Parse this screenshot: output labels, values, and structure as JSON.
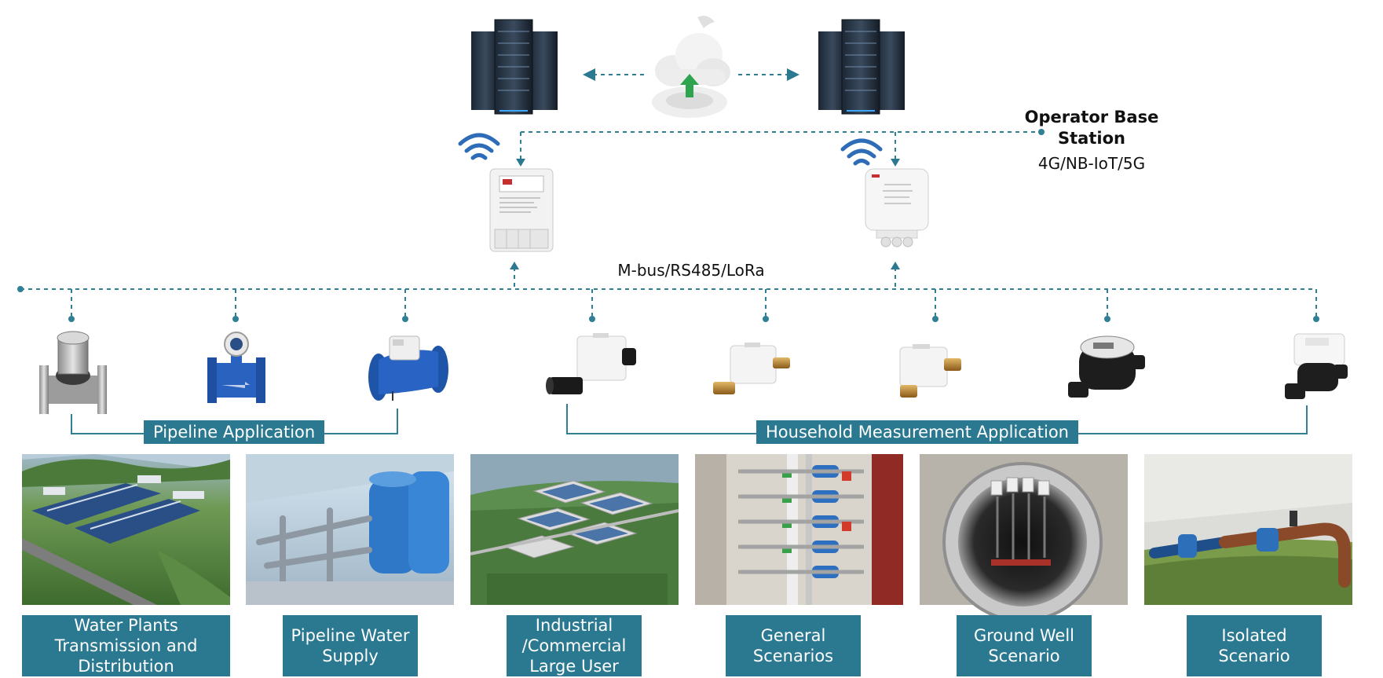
{
  "operator": {
    "title_line1": "Operator Base",
    "title_line2": "Station",
    "protocols": "4G/NB-IoT/5G"
  },
  "bus_label": "M-bus/RS485/LoRa",
  "applications": {
    "pipeline": "Pipeline Application",
    "household": "Household Measurement Application"
  },
  "scenarios": [
    {
      "label": "Water Plants\nTransmission and\nDistribution"
    },
    {
      "label": "Pipeline Water\nSupply"
    },
    {
      "label": "Industrial\n/Commercial\nLarge User"
    },
    {
      "label": "General\nScenarios"
    },
    {
      "label": "Ground Well\nScenario"
    },
    {
      "label": "Isolated\nScenario"
    }
  ],
  "colors": {
    "accent": "#2b7891",
    "dash_line": "#2f7f95",
    "wifi": "#2e6cb8",
    "pipe_blue": "#1f55a8",
    "upload_arrow": "#2ea44f"
  }
}
